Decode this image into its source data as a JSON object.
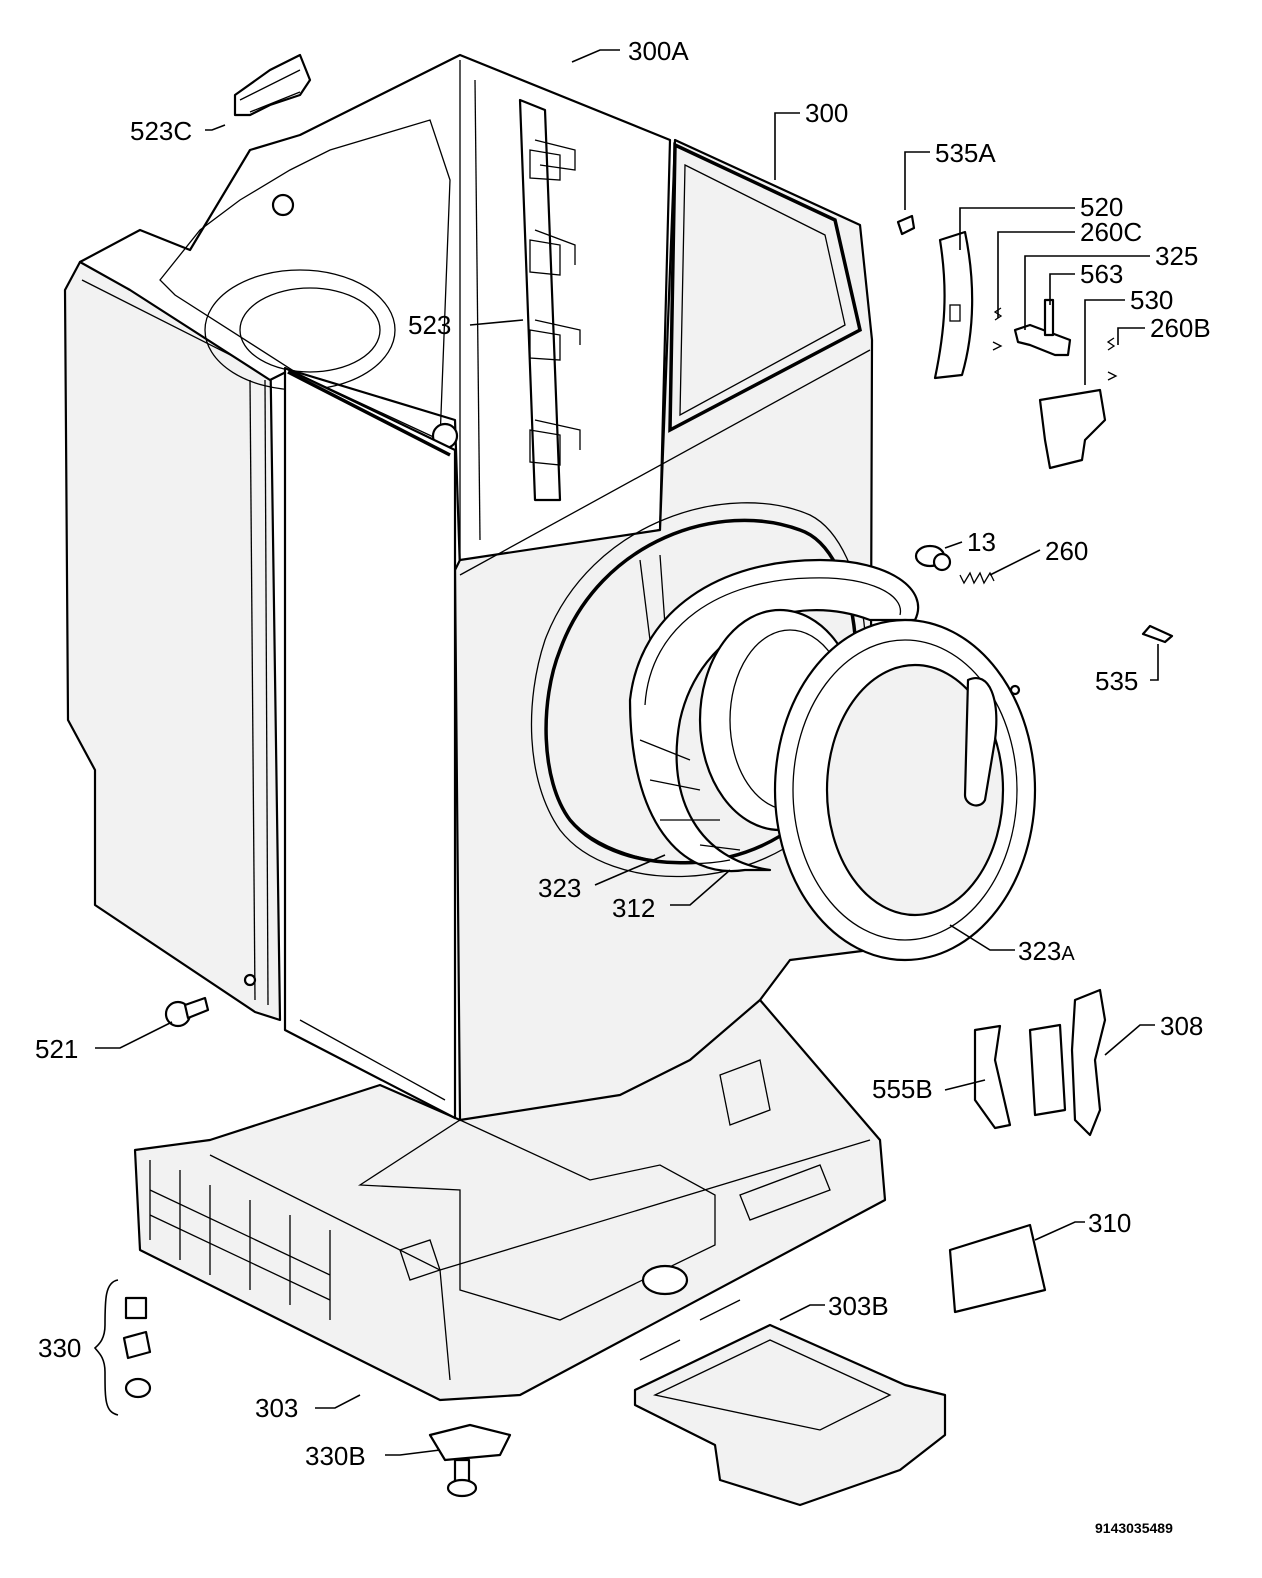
{
  "labels": {
    "l_300A": "300A",
    "l_300": "300",
    "l_523C": "523C",
    "l_535A": "535A",
    "l_520": "520",
    "l_260C": "260C",
    "l_325": "325",
    "l_563": "563",
    "l_530": "530",
    "l_260B": "260B",
    "l_523": "523",
    "l_13": "13",
    "l_260": "260",
    "l_535": "535",
    "l_323": "323",
    "l_312": "312",
    "l_323A": "323",
    "l_323A_suffix": "A",
    "l_521": "521",
    "l_308": "308",
    "l_555B": "555B",
    "l_310": "310",
    "l_303B": "303B",
    "l_330": "330",
    "l_303": "303",
    "l_330B": "330B"
  },
  "document_ref": "9143035489"
}
